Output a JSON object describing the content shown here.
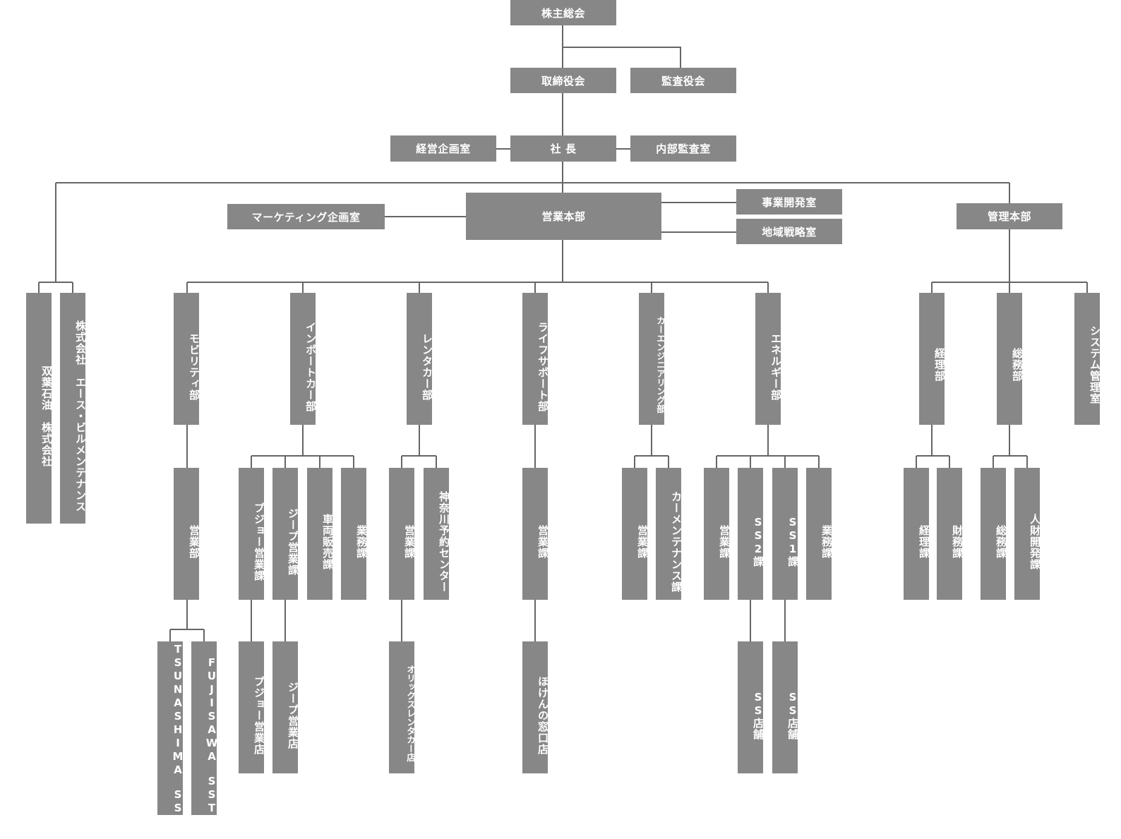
{
  "palette": {
    "box": "#878787",
    "line": "#666666",
    "text": "#ffffff"
  },
  "nodes": {
    "shareholders": "株主総会",
    "board": "取締役会",
    "auditors": "監査役会",
    "president": "社 長",
    "management_planning": "経営企画室",
    "internal_audit": "内部監査室",
    "sales_hq": "営業本部",
    "marketing_planning": "マーケティング企画室",
    "business_dev": "事業開発室",
    "regional_strategy": "地域戦略室",
    "admin_hq": "管理本部",
    "futaba_oil": "双葉石油　株式会社",
    "ace_bm": "株式会社　エース・ビルメンテナンス",
    "mobility": "モビリティ部",
    "mobility_sales": "営業部",
    "tsunashima": "TSUNASHIMA　SST",
    "fujisawa": "FUJISAWA　SST",
    "import_car": "インポートカー部",
    "peugeot_sales": "プジョー営業課",
    "jeep_sales": "ジープ営業課",
    "vehicle_sales": "車両販売課",
    "import_ops": "業務課",
    "peugeot_store": "プジョー営業店",
    "jeep_store": "ジープ営業店",
    "rental": "レンタカー部",
    "rental_sales": "営業課",
    "kanagawa_center": "神奈川予約センター",
    "orix_store": "オリックスレンタカー店",
    "life_support": "ライフサポート部",
    "life_sales": "営業課",
    "hoken_store": "ほけんの窓口店",
    "car_engineering": "カーエンジニアリング部",
    "eng_sales": "営業課",
    "car_maintenance": "カーメンテナンス課",
    "energy": "エネルギー部",
    "energy_sales": "営業課",
    "ss2": "SS2課",
    "ss1": "SS1課",
    "energy_ops": "業務課",
    "ss_store_a": "SS店舗",
    "ss_store_b": "SS店舗",
    "accounting_dept": "経理部",
    "general_affairs_dept": "総務部",
    "system_mgmt": "システム管理室",
    "accounting_section": "経理課",
    "finance_section": "財務課",
    "general_affairs_section": "総務課",
    "hr_development": "人財開発課"
  }
}
